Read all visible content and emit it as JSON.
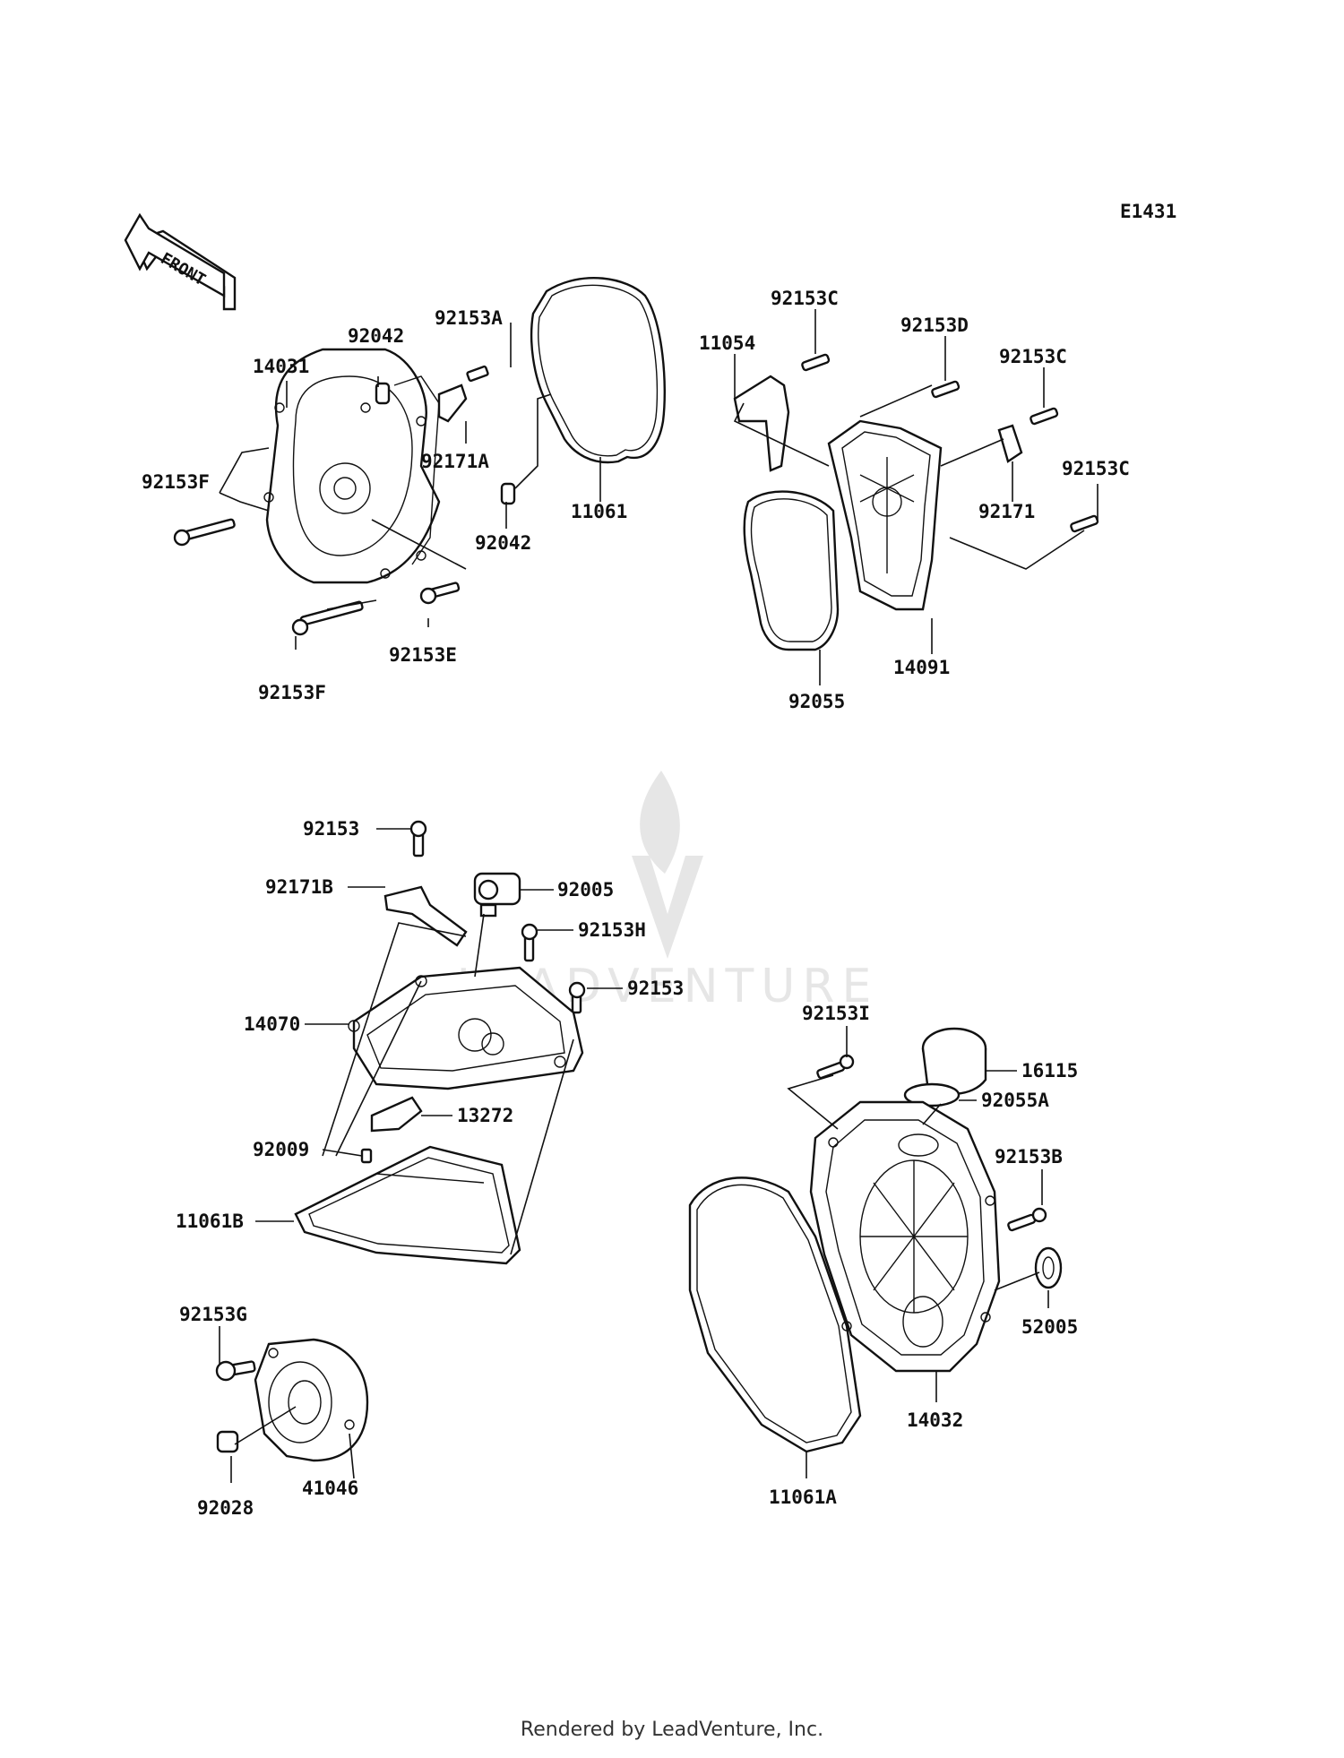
{
  "diagram": {
    "code": "E1431",
    "front_label": "FRONT",
    "watermark_text": "LEADVENTURE",
    "footer": "Rendered by LeadVenture, Inc.",
    "labels": [
      {
        "id": "p14031",
        "text": "14031"
      },
      {
        "id": "p92042a",
        "text": "92042"
      },
      {
        "id": "p92153A",
        "text": "92153A"
      },
      {
        "id": "p92171A",
        "text": "92171A"
      },
      {
        "id": "p92153F1",
        "text": "92153F"
      },
      {
        "id": "p92042b",
        "text": "92042"
      },
      {
        "id": "p11061",
        "text": "11061"
      },
      {
        "id": "p92153E",
        "text": "92153E"
      },
      {
        "id": "p92153F2",
        "text": "92153F"
      },
      {
        "id": "p92153C1",
        "text": "92153C"
      },
      {
        "id": "p11054",
        "text": "11054"
      },
      {
        "id": "p92153D",
        "text": "92153D"
      },
      {
        "id": "p92153C2",
        "text": "92153C"
      },
      {
        "id": "p92171",
        "text": "92171"
      },
      {
        "id": "p92153C3",
        "text": "92153C"
      },
      {
        "id": "p14091",
        "text": "14091"
      },
      {
        "id": "p92055",
        "text": "92055"
      },
      {
        "id": "p92153a",
        "text": "92153"
      },
      {
        "id": "p92171B",
        "text": "92171B"
      },
      {
        "id": "p92005",
        "text": "92005"
      },
      {
        "id": "p92153H",
        "text": "92153H"
      },
      {
        "id": "p92153b",
        "text": "92153"
      },
      {
        "id": "p14070",
        "text": "14070"
      },
      {
        "id": "p13272",
        "text": "13272"
      },
      {
        "id": "p92009",
        "text": "92009"
      },
      {
        "id": "p11061B",
        "text": "11061B"
      },
      {
        "id": "p92153G",
        "text": "92153G"
      },
      {
        "id": "p41046",
        "text": "41046"
      },
      {
        "id": "p92028",
        "text": "92028"
      },
      {
        "id": "p92153I",
        "text": "92153I"
      },
      {
        "id": "p16115",
        "text": "16115"
      },
      {
        "id": "p92055A",
        "text": "92055A"
      },
      {
        "id": "p92153B",
        "text": "92153B"
      },
      {
        "id": "p52005",
        "text": "52005"
      },
      {
        "id": "p14032",
        "text": "14032"
      },
      {
        "id": "p11061A",
        "text": "11061A"
      }
    ]
  }
}
